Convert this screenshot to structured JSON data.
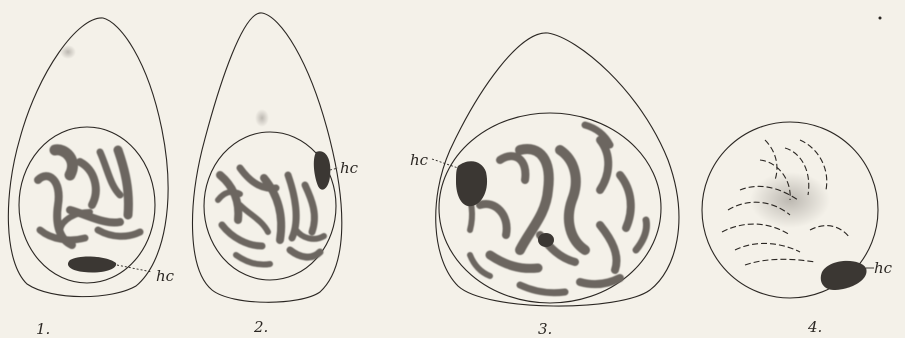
{
  "figures": [
    {
      "number": "1.",
      "label": "hc"
    },
    {
      "number": "2.",
      "label": "hc"
    },
    {
      "number": "3.",
      "label": "hc"
    },
    {
      "number": "4.",
      "label": "hc"
    }
  ],
  "colors": {
    "paper": "#f4f1e9",
    "ink": "#2a2622",
    "chromosome": "#6c6660",
    "heterochromatin": "#3b3733"
  }
}
